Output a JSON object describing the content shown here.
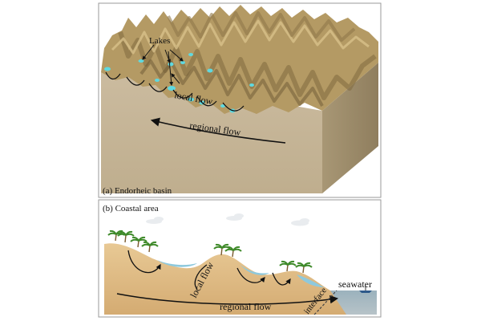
{
  "panel_a": {
    "caption": "(a) Endorheic basin",
    "labels": {
      "lakes": "Lakes",
      "local_flow": "local flow",
      "regional_flow": "regional flow"
    },
    "colors": {
      "terrain": "#b49a64",
      "terrain_dark": "#7f6a3e",
      "block_side": "#c7b596",
      "block_top": "#c4ad84",
      "lake": "#5fd9e0"
    }
  },
  "panel_b": {
    "caption": "(b) Coastal area",
    "labels": {
      "local_flow": "local flow",
      "regional_flow": "regional flow",
      "interface": "interface",
      "seawater": "seawater"
    },
    "colors": {
      "land": "#e3c28e",
      "land_dark": "#c89e62",
      "water": "#8ec9dd",
      "palm": "#3f8a2a",
      "sea": "#9fb0b8"
    }
  }
}
